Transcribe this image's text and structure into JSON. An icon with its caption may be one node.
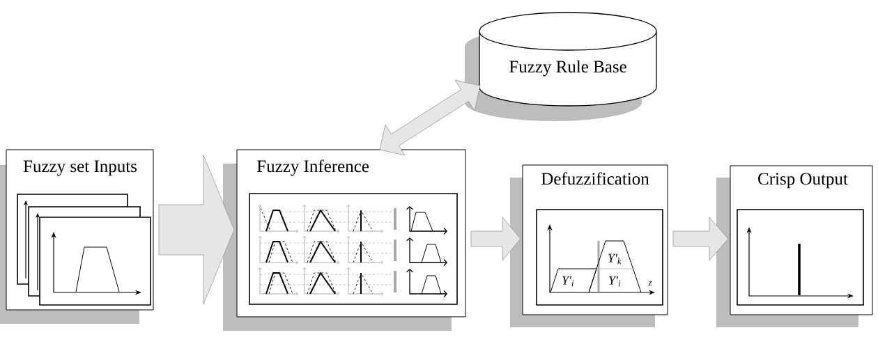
{
  "diagram": {
    "nodes": [
      {
        "text": [
          "Fuzzy Rule Base"
        ]
      },
      {
        "text": [
          "Fuzzy set Inputs"
        ]
      },
      {
        "text": [
          "Fuzzy Inference"
        ]
      },
      {
        "text": [
          "Defuzzification"
        ]
      },
      {
        "text": [
          "Crisp Output"
        ]
      }
    ],
    "edges": [
      {
        "from": 1,
        "to": 2,
        "arrow": "to"
      },
      {
        "from": 2,
        "to": 0,
        "arrow": "both"
      },
      {
        "from": 2,
        "to": 3,
        "arrow": "to"
      },
      {
        "from": 3,
        "to": 4,
        "arrow": "to"
      }
    ],
    "labels": [
      "Y′$_{i}$",
      "Y′$_{k}$",
      "Y′$_{i}$",
      "z"
    ]
  }
}
